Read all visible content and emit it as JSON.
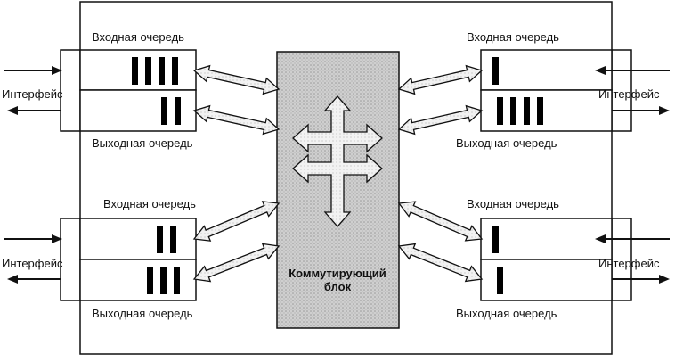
{
  "labels": {
    "input_queue": "Входная очередь",
    "output_queue": "Выходная очередь",
    "interface": "Интерфейс",
    "switch_line1": "Коммутирующий",
    "switch_line2": "блок"
  },
  "colors": {
    "stroke": "#111111",
    "queue_bar": "#000000",
    "switch_fill": "#c8c8c8",
    "background": "#ffffff"
  },
  "ports": [
    {
      "position": "top-left",
      "input_queue_packets": 4,
      "output_queue_packets": 2
    },
    {
      "position": "top-right",
      "input_queue_packets": 1,
      "output_queue_packets": 4
    },
    {
      "position": "bottom-left",
      "input_queue_packets": 2,
      "output_queue_packets": 3
    },
    {
      "position": "bottom-right",
      "input_queue_packets": 1,
      "output_queue_packets": 1
    }
  ]
}
